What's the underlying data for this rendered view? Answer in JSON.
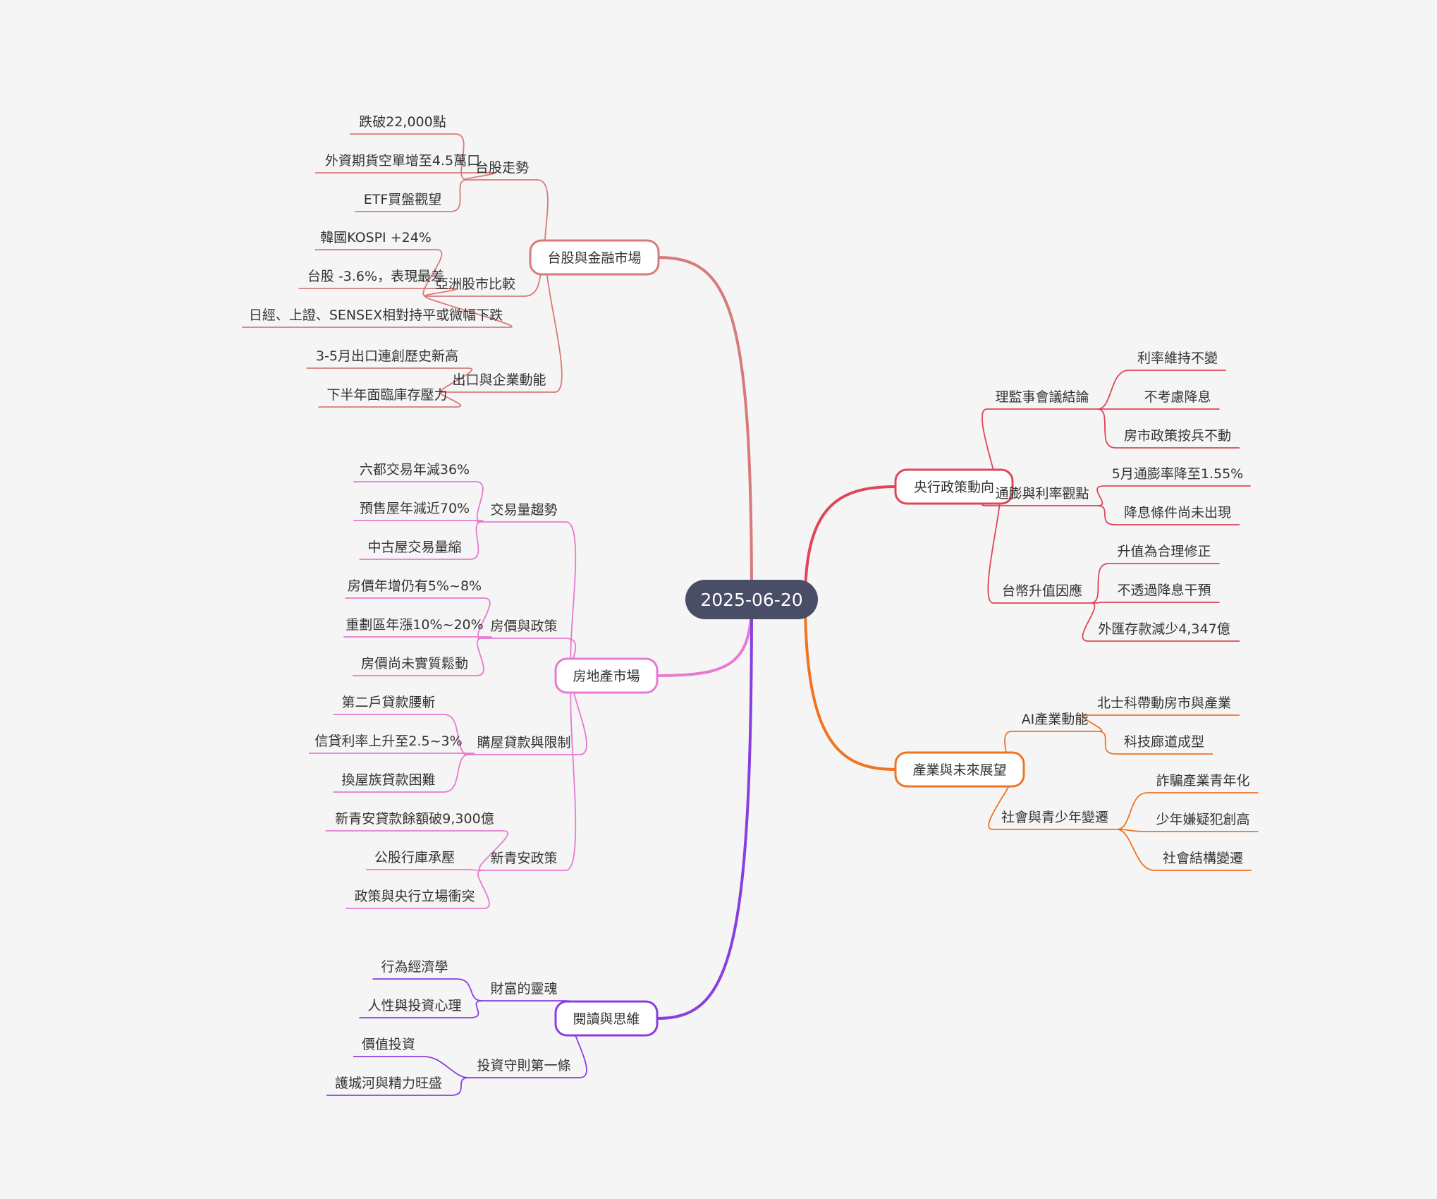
{
  "root": {
    "label": "2025-06-20",
    "bg": "#4a4d66"
  },
  "branches": [
    {
      "id": "taiwan-stock-finance",
      "label": "台股與金融市場",
      "color": "#d97a7a",
      "children": [
        {
          "label": "台股走勢",
          "children": [
            "跌破22,000點",
            "外資期貨空單增至4.5萬口",
            "ETF買盤觀望"
          ]
        },
        {
          "label": "亞洲股市比較",
          "children": [
            "韓國KOSPI +24%",
            "台股 -3.6%，表現最差",
            "日經、上證、SENSEX相對持平或微幅下跌"
          ]
        },
        {
          "label": "出口與企業動能",
          "children": [
            "3-5月出口連創歷史新高",
            "下半年面臨庫存壓力"
          ]
        }
      ]
    },
    {
      "id": "real-estate",
      "label": "房地產市場",
      "color": "#e87ad1",
      "children": [
        {
          "label": "交易量趨勢",
          "children": [
            "六都交易年減36%",
            "預售屋年減近70%",
            "中古屋交易量縮"
          ]
        },
        {
          "label": "房價與政策",
          "children": [
            "房價年增仍有5%~8%",
            "重劃區年漲10%~20%",
            "房價尚未實質鬆動"
          ]
        },
        {
          "label": "購屋貸款與限制",
          "children": [
            "第二戶貸款腰斬",
            "信貸利率上升至2.5~3%",
            "換屋族貸款困難"
          ]
        },
        {
          "label": "新青安政策",
          "children": [
            "新青安貸款餘額破9,300億",
            "公股行庫承壓",
            "政策與央行立場衝突"
          ]
        }
      ]
    },
    {
      "id": "reading-thinking",
      "label": "閱讀與思維",
      "color": "#8a3ee0",
      "children": [
        {
          "label": "財富的靈魂",
          "children": [
            "行為經濟學",
            "人性與投資心理"
          ]
        },
        {
          "label": "投資守則第一條",
          "children": [
            "價值投資",
            "護城河與精力旺盛"
          ]
        }
      ]
    },
    {
      "id": "central-bank-policy",
      "label": "央行政策動向",
      "color": "#e04558",
      "children": [
        {
          "label": "理監事會議結論",
          "children": [
            "利率維持不變",
            "不考慮降息",
            "房市政策按兵不動"
          ]
        },
        {
          "label": "通膨與利率觀點",
          "children": [
            "5月通膨率降至1.55%",
            "降息條件尚未出現"
          ]
        },
        {
          "label": "台幣升值因應",
          "children": [
            "升值為合理修正",
            "不透過降息干預",
            "外匯存款減少4,347億"
          ]
        }
      ]
    },
    {
      "id": "industry-outlook",
      "label": "產業與未來展望",
      "color": "#f07422",
      "children": [
        {
          "label": "AI產業動能",
          "children": [
            "北士科帶動房市與產業",
            "科技廊道成型"
          ]
        },
        {
          "label": "社會與青少年變遷",
          "children": [
            "詐騙產業青年化",
            "少年嫌疑犯創高",
            "社會結構變遷"
          ]
        }
      ]
    }
  ]
}
